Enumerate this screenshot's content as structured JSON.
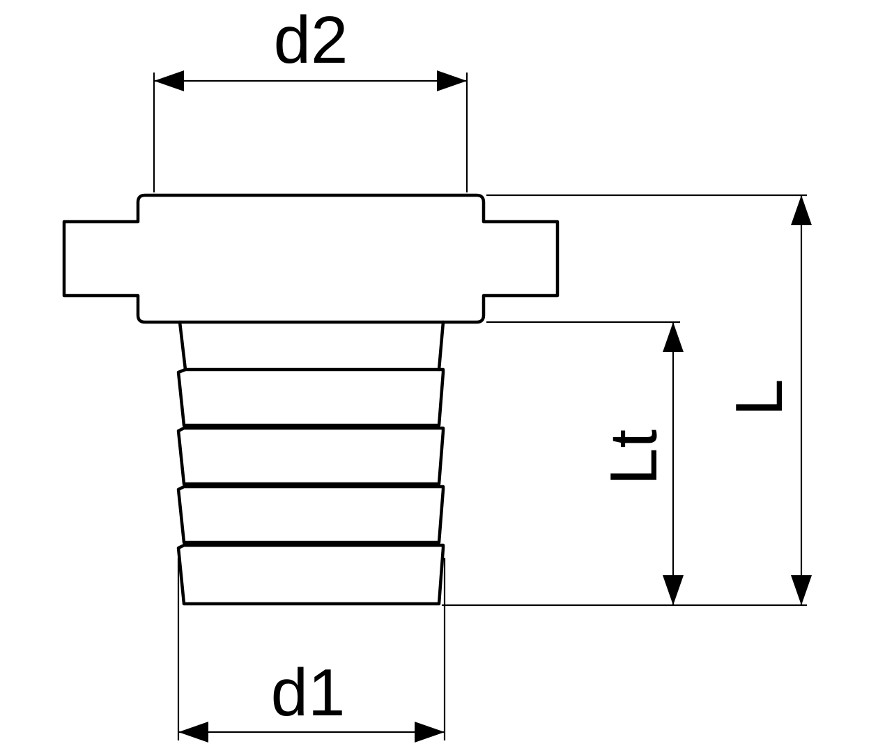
{
  "labels": {
    "d2": "d2",
    "d1": "d1",
    "lt": "Lt",
    "l": "L"
  }
}
